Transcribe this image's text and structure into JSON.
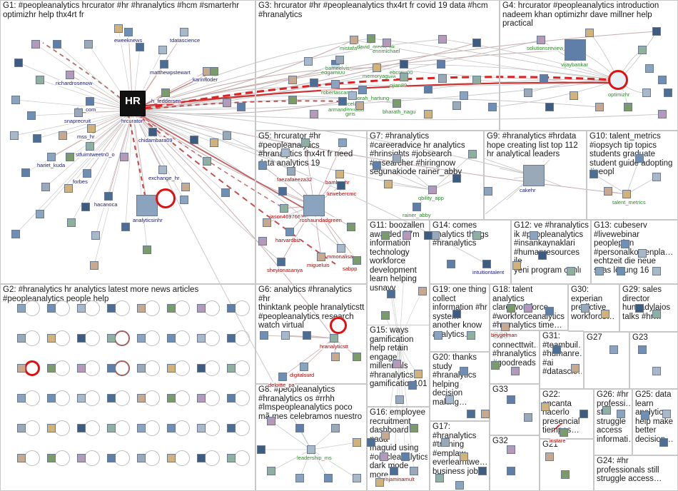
{
  "groups": [
    {
      "id": "G1",
      "label": "G1: #peopleanalytics hrcurator #hr #hranalytics #hcm #smarterhr\noptimizhr help thx4rt fr"
    },
    {
      "id": "G2",
      "label": "G2: #hranalytics hr analytics latest more news articles\n#peopleanalytics people help"
    },
    {
      "id": "G3",
      "label": "G3: hrcurator #hr #peopleanalytics thx4rt fr covid 19 data #hcm\n#hranalytics"
    },
    {
      "id": "G4",
      "label": "G4: hrcurator #peopleanalytics introduction\nnadeem khan optimizhr dave millner help\npractical"
    },
    {
      "id": "G5",
      "label": "G5: hrcurator #hr\n#peopleanalytics\n#hranalytics thx4rt fr need\ndata analytics 19"
    },
    {
      "id": "G6",
      "label": "G6: analytics #hranalytics #hr\nthinktank people hranalyticstt\n#peopleanalytics research\nwatch virtual"
    },
    {
      "id": "G7",
      "label": "G7: #hranalytics\n#careeradvice hr analytics\n#hrinsights #jobsearch\n#researcher #hiringnow\nsegunakiode rainer_abby"
    },
    {
      "id": "G8",
      "label": "G8: #peopleanalytics\n#hranalytics os #rrhh\n#lmspeopleanalytics poco\nmã mes celebramos nuestro"
    },
    {
      "id": "G9",
      "label": "G9: #hranalytics #hrdata\nhope creating list top 112\nhr analytical leaders"
    },
    {
      "id": "G10",
      "label": "G10: talent_metrics\n#iopsych tip topics\nstudents graduate\nstudent guide adopting\n#peopl"
    },
    {
      "id": "G11",
      "label": "G11: boozallen\nawarded 77m\ninformation\ntechnology\nworkforce\ndevelopment\nlearn helping\nusnavy"
    },
    {
      "id": "G12",
      "label": "G12: ve #hranalytics\nik #peopleanalytics\n#insankaynaklari\n#humanresources ile\nyeni program canlı"
    },
    {
      "id": "G13",
      "label": "G13: cubeserv\n#livewebinar\npeopleplan\n#personalkostenpla…\nechtzeit die neue\nsaas lösung 16"
    },
    {
      "id": "G14",
      "label": "G14: comes\nanalytics things\n#hranalytics"
    },
    {
      "id": "G15",
      "label": "G15: ways\ngamification\nhelp retain\nengage\nmillennials\n#hranalytics\ngamification101"
    },
    {
      "id": "G16",
      "label": "G16: employee\nrecruitment\ndashboard nada\nmaguid using\n#oracleanalytics\ndark mode more"
    },
    {
      "id": "G17",
      "label": "G17:\n#hranalytics\n#training\n#emplaw\neverlearntwe…\nbusiness job…"
    },
    {
      "id": "G18",
      "label": "G18: talent analytics\nclaro workforce\n#workforceanalytics\n#hranalytics time…"
    },
    {
      "id": "G19",
      "label": "G19: one thing\ncollect\ninformation #hr\nsystem\nanother know\nanalytics…"
    },
    {
      "id": "G20",
      "label": "G20: thanks\nstudy\n#hranalytics\nhelping\ndecision\nmaking…"
    },
    {
      "id": "G21",
      "label": "G21"
    },
    {
      "id": "G22",
      "label": "G22: encanta\nhacerlo\npresencial\ntiempos…"
    },
    {
      "id": "G23",
      "label": "G23"
    },
    {
      "id": "G24",
      "label": "G24: #hr\nprofessionals still\nstruggle access…"
    },
    {
      "id": "G25",
      "label": "G25: data\nlearn\nanalytics\nhelp make\nbetter\ndecision…"
    },
    {
      "id": "G26",
      "label": "G26: #hr\nprofessi…\nstill\nstruggle\naccess\ninformati…"
    },
    {
      "id": "G27",
      "label": "G27"
    },
    {
      "id": "G28",
      "label": "G28:\nconnecttwit…\n#hranalytics\n#goodreads"
    },
    {
      "id": "G29",
      "label": "G29: sales\ndirector\nhunyadylajos\ntalks #hr…"
    },
    {
      "id": "G30",
      "label": "G30:\nexperian\npredictive\nworkforce…"
    },
    {
      "id": "G31",
      "label": "G31:\n#teambuil…\n#humanre…\n#ai\n#datascie…"
    },
    {
      "id": "G32",
      "label": "G32"
    },
    {
      "id": "G33",
      "label": "G33"
    }
  ],
  "node_labels": {
    "hrcurator": "hrcurator",
    "optimizhr": "optimizhr",
    "analyticsinhr": "analyticsinhr",
    "eweeknews": "eweeknews",
    "tdatascience": "tdatascience",
    "matthewpstewart": "matthewpstewart",
    "karinfloder": "karinfloder",
    "h_feddersen": "h_feddersen",
    "richardrosenow": "richardrosenow",
    "tlnt_com": "tlnt_com",
    "snaprecruit": "snaprecruit",
    "mss_hr": "mss_hr",
    "chidambara09": "chidambara09",
    "stfuimtweetn0_o": "stfuimtweetn0_o",
    "hariet_kuda": "hariet_kuda",
    "forbes": "forbes",
    "exchange_hr": "exchange_hr",
    "hacanoca": "hacanoca",
    "mistafalls": "mistafalls",
    "david_green_uk": "david_green_uk",
    "ennmichael": "ennmichael",
    "edgarhl00": "edgarhl00",
    "bameelvis": "bameelvis",
    "memoryaguwi": "memoryaguwi",
    "ebcrew00": "ebcrew00",
    "ojian89": "ojian89",
    "robertascandro1": "robertascandro1",
    "deborah_hartung": "deborah_hartung",
    "marcela": "marcela",
    "armanditouuuu": "armanditouuuu",
    "giris": "giris",
    "bharath_nagu": "bharath_nagu",
    "solutionsreview": "solutionsreview",
    "vijaybankar": "vijaybankar",
    "faezafaeeza32": "faezafaeeza32",
    "bamboohr": "bamboohr",
    "lizwebercmc": "lizwebercmc",
    "jason46976636": "jason46976636",
    "roshaundadgreen": "roshaundadgreen",
    "harvardbiz": "harvardbiz",
    "mmonalisa": "mmonalisa",
    "sheyionasanya": "sheyionasanya",
    "migueluis": "migueluis",
    "sabpp": "sabpp",
    "qbility_app": "qbility_app",
    "rainer_abby": "rainer_abby",
    "cakehr": "cakehr",
    "talent_metrics": "talent_metrics",
    "intuitiontalent": "intuitiontalent",
    "hranalyticstt": "hranalyticstt",
    "digitalsurd": "digitalsurd",
    "deloitte_pa": "deloitte_pa",
    "leadership_ms": "leadership_ms",
    "benjaminamult": "benjaminamult",
    "beygelman": "beygelman",
    "instare": "instare"
  },
  "colors": {
    "edge": "#b0b0b0",
    "edge_strong": "#b06060",
    "edge_red": "#e02020",
    "box": "#c8c8c8",
    "hub_red": "#e01010"
  }
}
